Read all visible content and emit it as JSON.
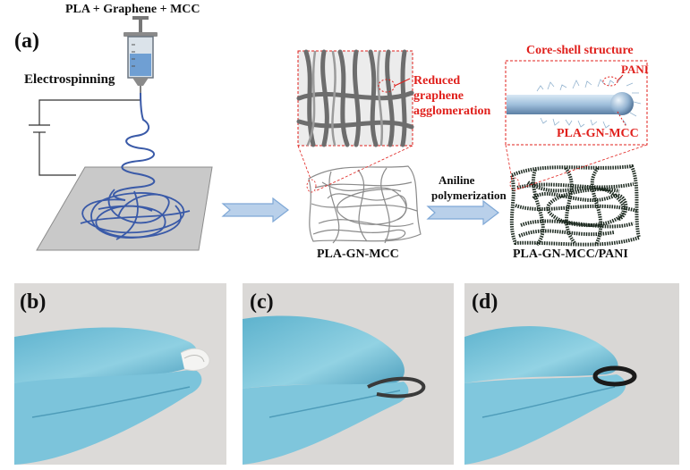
{
  "figure": {
    "panel_a": {
      "letter": "(a)",
      "syringe_label": "PLA + Graphene + MCC",
      "process_label": "Electrospinning",
      "zoom1": {
        "annotation": [
          "Reduced",
          "graphene",
          "agglomeration"
        ]
      },
      "mat1_label": "PLA-GN-MCC",
      "step_label": [
        "Aniline",
        "polymerization"
      ],
      "zoom2": {
        "title": "Core-shell structure",
        "shell_label": "PANI",
        "core_label": "PLA-GN-MCC"
      },
      "mat2_label": "PLA-GN-MCC/PANI"
    },
    "photos": [
      {
        "letter": "(b)",
        "sample": "white"
      },
      {
        "letter": "(c)",
        "sample": "dark-loop"
      },
      {
        "letter": "(d)",
        "sample": "black-loop"
      }
    ],
    "colors": {
      "fiber_blue": "#3a5aa8",
      "annotation_red": "#e0201c",
      "glove_blue": "#8fd0e2",
      "arrow_blue": "#7fa8d6"
    }
  }
}
